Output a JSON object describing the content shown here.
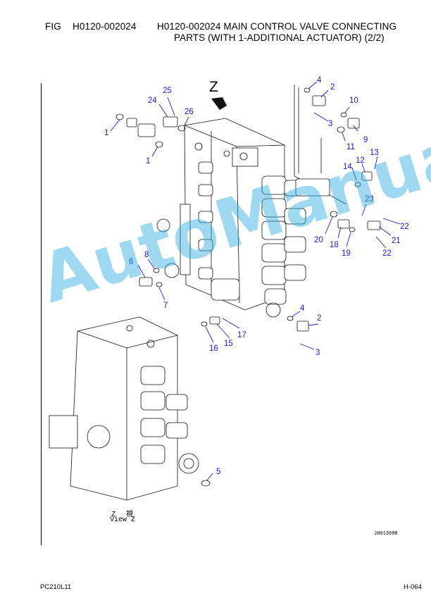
{
  "header": {
    "fig_label": "FIG",
    "fig_code": "H0120-002024",
    "title_line1": "H0120-002024 MAIN CONTROL VALVE CONNECTING",
    "title_line2": "PARTS (WITH 1-ADDITIONAL ACTUATOR) (2/2)"
  },
  "drawing": {
    "z_arrow_label": "Z",
    "view_label_jp": "Z 視",
    "view_label": "View Z",
    "drawing_id": "JH013698",
    "callouts": [
      "1",
      "1",
      "2",
      "2",
      "3",
      "3",
      "4",
      "4",
      "5",
      "6",
      "7",
      "8",
      "9",
      "10",
      "11",
      "12",
      "13",
      "14",
      "15",
      "16",
      "17",
      "18",
      "19",
      "20",
      "21",
      "22",
      "22",
      "23",
      "24",
      "25",
      "26"
    ],
    "callout_color": "#1a1ad6"
  },
  "watermark": {
    "text": "AutoManual",
    "color": "#28aae1"
  },
  "footer": {
    "model": "PC210L11",
    "page": "H-064"
  }
}
